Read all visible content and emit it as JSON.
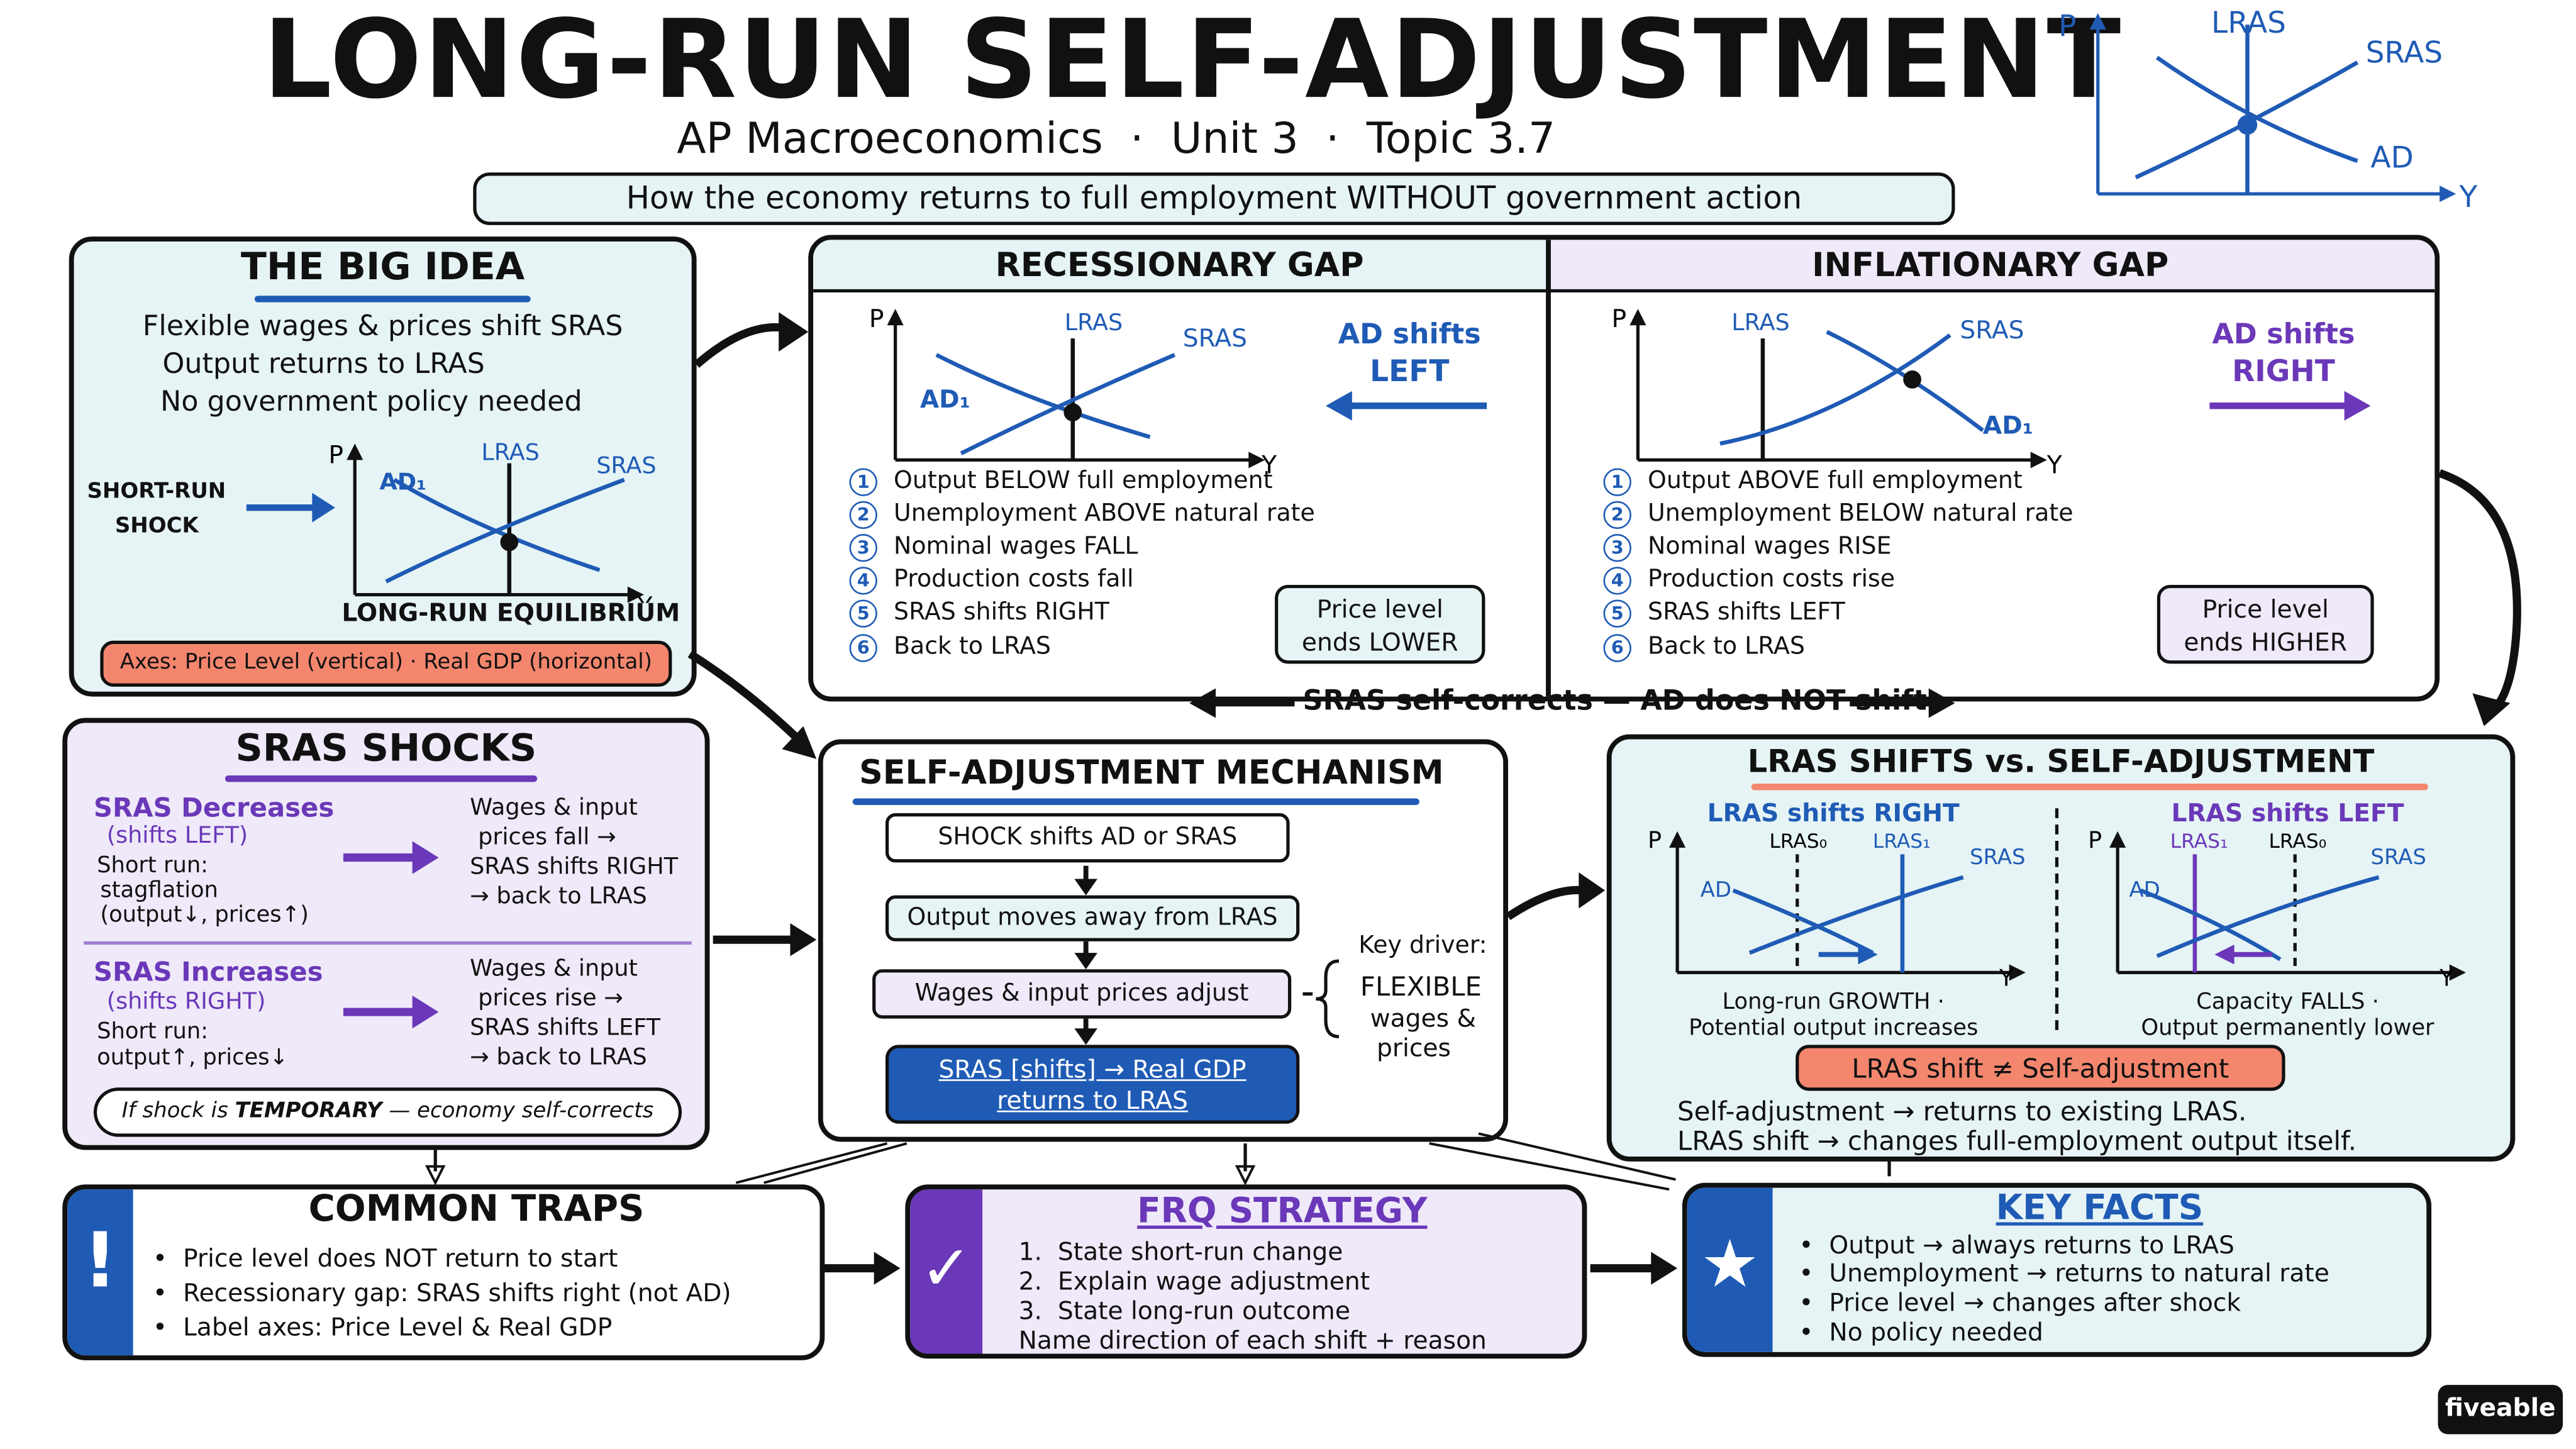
{
  "header": {
    "title": "LONG-RUN SELF-ADJUSTMENT",
    "subtitle": "AP Macroeconomics  ·  Unit 3  ·  Topic 3.7",
    "tagline": "How the economy returns to full employment WITHOUT government action",
    "mini_graph": {
      "p": "P",
      "lras": "LRAS",
      "sras": "SRAS",
      "ad": "AD",
      "y": "Y"
    }
  },
  "big_idea": {
    "title": "THE BIG IDEA",
    "lines": [
      "Flexible wages & prices shift SRAS",
      "Output returns to LRAS",
      "No government policy needed"
    ],
    "shock_label_1": "SHORT-RUN",
    "shock_label_2": "SHOCK",
    "graph": {
      "p": "P",
      "lras": "LRAS",
      "ad": "AD₁",
      "sras": "SRAS",
      "y": "Y"
    },
    "graph_caption": "LONG-RUN EQUILIBRIUM",
    "axes_note": "Axes: Price Level (vertical) · Real GDP (horizontal)"
  },
  "recessionary": {
    "title": "RECESSIONARY GAP",
    "graph": {
      "p": "P",
      "lras": "LRAS",
      "sras": "SRAS",
      "ad": "AD₁",
      "y": "Y"
    },
    "shift_1": "AD shifts",
    "shift_2": "LEFT",
    "steps": [
      "Output BELOW full employment",
      "Unemployment ABOVE natural rate",
      "Nominal wages FALL",
      "Production costs fall",
      "SRAS shifts RIGHT",
      "Back to LRAS"
    ],
    "price_1": "Price level",
    "price_2": "ends LOWER"
  },
  "inflationary": {
    "title": "INFLATIONARY GAP",
    "graph": {
      "p": "P",
      "lras": "LRAS",
      "sras": "SRAS",
      "ad": "AD₁",
      "y": "Y"
    },
    "shift_1": "AD shifts",
    "shift_2": "RIGHT",
    "steps": [
      "Output ABOVE full employment",
      "Unemployment BELOW natural rate",
      "Nominal wages RISE",
      "Production costs rise",
      "SRAS shifts LEFT",
      "Back to LRAS"
    ],
    "price_1": "Price level",
    "price_2": "ends HIGHER"
  },
  "step_numbers": [
    "1",
    "2",
    "3",
    "4",
    "5",
    "6"
  ],
  "self_correct_note": "SRAS self-corrects — AD does NOT shift",
  "sras_shocks": {
    "title": "SRAS SHOCKS",
    "decrease": {
      "title": "SRAS Decreases",
      "sub": "(shifts LEFT)",
      "effect": [
        "Short run:",
        "stagflation",
        "(output↓, prices↑)"
      ],
      "result": [
        "Wages & input",
        "prices fall →",
        "SRAS shifts RIGHT",
        "→ back to LRAS"
      ]
    },
    "increase": {
      "title": "SRAS Increases",
      "sub": "(shifts RIGHT)",
      "effect": [
        "Short run:",
        "output↑, prices↓"
      ],
      "result": [
        "Wages & input",
        "prices rise →",
        "SRAS shifts LEFT",
        "→ back to LRAS"
      ]
    },
    "note_prefix": "If shock is ",
    "note_emph": "TEMPORARY",
    "note_suffix": " — economy self-corrects"
  },
  "mechanism": {
    "title": "SELF-ADJUSTMENT MECHANISM",
    "steps": [
      "SHOCK shifts AD or SRAS",
      "Output moves away from LRAS",
      "Wages & input prices adjust"
    ],
    "final_1": "SRAS [shifts] → Real GDP",
    "final_2": "returns to LRAS",
    "driver_label": "Key driver:",
    "driver_lines": [
      "FLEXIBLE",
      "wages &",
      "prices"
    ]
  },
  "lras_vs": {
    "title": "LRAS SHIFTS vs. SELF-ADJUSTMENT",
    "right": {
      "title": "LRAS shifts RIGHT",
      "lras0": "LRAS₀",
      "lras1": "LRAS₁",
      "sras": "SRAS",
      "ad": "AD",
      "p": "P",
      "y": "Y",
      "cap_1": "Long-run GROWTH ·",
      "cap_2": "Potential output increases"
    },
    "left": {
      "title": "LRAS shifts LEFT",
      "lras1": "LRAS₁",
      "lras0": "LRAS₀",
      "sras": "SRAS",
      "ad": "AD",
      "p": "P",
      "y": "Y",
      "cap_1": "Capacity FALLS ·",
      "cap_2": "Output permanently lower"
    },
    "neq": "LRAS shift ≠ Self-adjustment",
    "foot_1": "Self-adjustment → returns to existing LRAS.",
    "foot_2": "LRAS shift → changes full-employment output itself."
  },
  "traps": {
    "title": "COMMON TRAPS",
    "icon": "!",
    "items": [
      "Price level does NOT return to start",
      "Recessionary gap: SRAS shifts right (not AD)",
      "Label axes: Price Level & Real GDP"
    ]
  },
  "frq": {
    "title": "FRQ STRATEGY",
    "icon": "✓",
    "items": [
      "1.  State short-run change",
      "2.  Explain wage adjustment",
      "3.  State long-run outcome",
      "Name direction of each shift + reason"
    ]
  },
  "facts": {
    "title": "KEY FACTS",
    "icon": "★",
    "items": [
      "Output → always returns to LRAS",
      "Unemployment → returns to natural rate",
      "Price level → changes after shock",
      "No policy needed"
    ]
  },
  "brand": "fiveable",
  "colors": {
    "blue": "#1f5bb5",
    "purple": "#6a38b8",
    "teal_bg": "#e6f4f5",
    "lavender_bg": "#efe9f9",
    "salmon": "#f4866e"
  }
}
